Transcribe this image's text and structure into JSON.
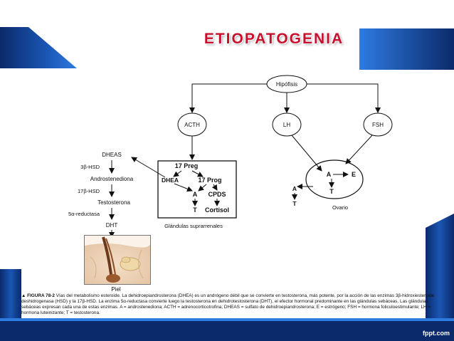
{
  "slide": {
    "title": "ETIOPATOGENIA",
    "logo": "fppt.com",
    "colors": {
      "title": "#c8102e",
      "band_dark": "#0b2a6b",
      "band_mid": "#1a56b3",
      "band_light": "#2e7be0"
    }
  },
  "diagram": {
    "top_nodes": {
      "hipofisis": "Hipófisis",
      "acth": "ACTH",
      "lh": "LH",
      "fsh": "FSH"
    },
    "left_chain": {
      "dheas": "DHEAS",
      "enzyme1": "3β-HSD",
      "androstenediona": "Androstenediona",
      "enzyme2": "17β-HSD",
      "testosterona": "Testosterona",
      "enzyme3": "5α-reductasa",
      "dht": "DHT",
      "piel": "Piel"
    },
    "adrenal": {
      "preg17": "17 Preg",
      "dhea": "DHEA",
      "prog17": "17 Prog",
      "a": "A",
      "cpds": "CPDS",
      "t": "T",
      "cortisol": "Cortisol",
      "label": "Glándulas suprarrenales"
    },
    "ovary": {
      "a": "A",
      "e": "E",
      "t": "T",
      "label": "Ovario",
      "side_a": "A",
      "side_t": "T"
    }
  },
  "caption": {
    "figure_label": "▲ FIGURA 78-2",
    "text": "Vías del metabolismo esteroide. La dehidroepiandrosterona (DHEA) es un andrógeno débil que se convierte en testosterona, más potente, por la acción de las enzimas 3β-hidroxiesteroide deshidrogenasa (HSD) y la 17β-HSD. La enzima 5α-reductasa convierte luego la testosterona en dehidrotestosterona (DHT), el efector hormonal predominante en las glándulas sebáceas. Las glándulas sebáceas expresan cada una de estas enzimas. A = androstenediona; ACTH = adrenocorticotrofina; DHEAS = sulfato de dehidroepiandrosterona; E = estrógeno; FSH = hormona foliculoestimulante; LH = hormona luteinizante; T = testosterona."
  }
}
